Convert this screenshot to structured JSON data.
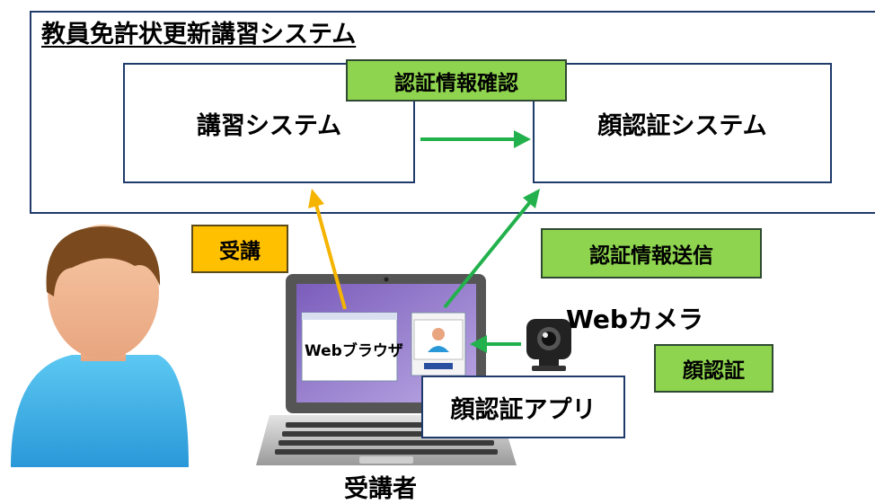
{
  "system": {
    "title": "教員免許状更新講習システム",
    "lecture_system": "講習システム",
    "face_system": "顔認証システム"
  },
  "tags": {
    "auth_confirm": "認証情報確認",
    "attend": "受講",
    "auth_send": "認証情報送信",
    "face_auth": "顔認証"
  },
  "device": {
    "browser": "Webブラウザ",
    "face_app": "顔認証アプリ",
    "camera": "Webカメラ"
  },
  "user": {
    "label": "受講者"
  },
  "colors": {
    "green": "#8ed44e",
    "orange": "#ffc000",
    "border": "#1f3b6b",
    "arrow_green": "#22b14c",
    "arrow_orange": "#f5b400"
  },
  "icons": [
    "person-icon",
    "laptop-icon",
    "webcam-icon"
  ]
}
